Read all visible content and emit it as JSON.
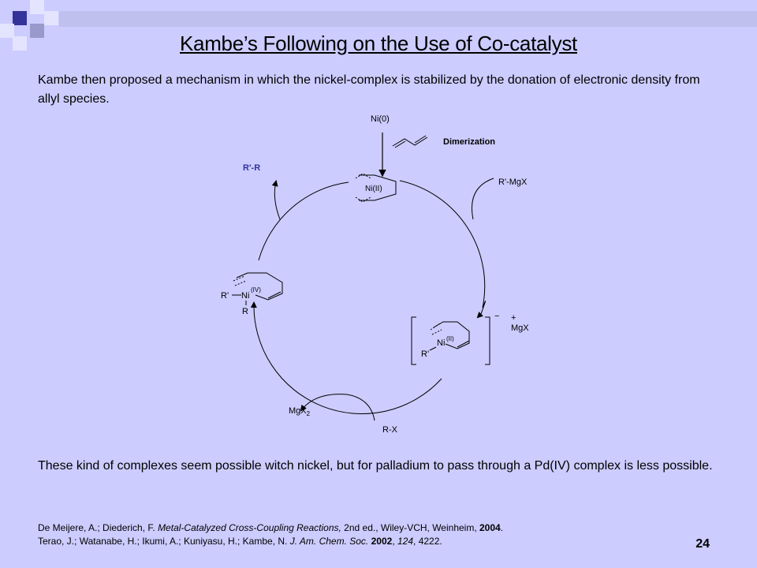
{
  "title": "Kambe’s Following on the Use of Co-catalyst",
  "intro": "Kambe then proposed a mechanism in which the nickel-complex is stabilized by the donation of electronic density from allyl species.",
  "diagram": {
    "ni0": "Ni(0)",
    "dimerization": "Dimerization",
    "product": "R'-R",
    "catalyst": "Ni(II)",
    "grignard": "R'-MgX",
    "minus": "−",
    "plus": "+",
    "mgx": "MgX",
    "ni_label": "Ni",
    "ni_iv": "(IV)",
    "ni_ii": "(II)",
    "r_prime": "R'",
    "r": "R",
    "mgx2": "MgX",
    "mgx2_sub": "2",
    "rx": "R-X"
  },
  "bottom": "These kind of complexes seem possible witch nickel, but for palladium to pass through a Pd(IV) complex is less possible.",
  "refs": {
    "line1": {
      "a": "De Meijere, A.; Diederich, F. ",
      "b": "Metal-Catalyzed Cross-Coupling Reactions,",
      "c": " 2nd ed., Wiley-VCH, Weinheim, ",
      "d": "2004",
      "e": "."
    },
    "line2": {
      "a": "Terao, J.; Watanabe, H.; Ikumi, A.; Kuniyasu, H.; Kambe, N. ",
      "b": "J. Am. Chem. Soc.",
      "c": " ",
      "d": "2002",
      "e": ", ",
      "f": "124",
      "g": ", 4222."
    }
  },
  "page_number": "24",
  "colors": {
    "background": "#ccccff",
    "accent_square": "#333399",
    "pale_square": "#e0e0ff"
  }
}
